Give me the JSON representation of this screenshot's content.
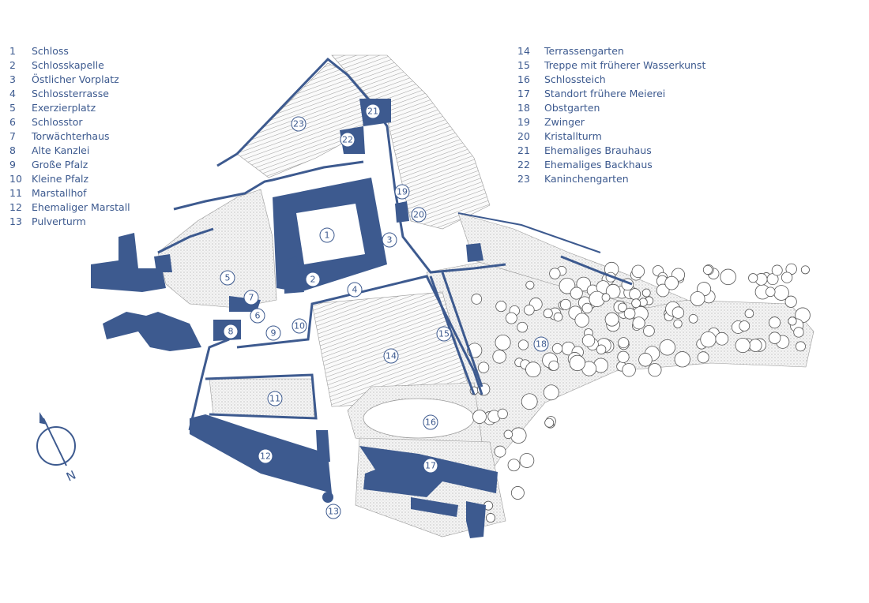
{
  "legend_left": [
    {
      "num": "1",
      "label": "Schloss"
    },
    {
      "num": "2",
      "label": "Schlosskapelle"
    },
    {
      "num": "3",
      "label": "Östlicher Vorplatz"
    },
    {
      "num": "4",
      "label": "Schlossterrasse"
    },
    {
      "num": "5",
      "label": "Exerzierplatz"
    },
    {
      "num": "6",
      "label": "Schlosstor"
    },
    {
      "num": "7",
      "label": "Torwächterhaus"
    },
    {
      "num": "8",
      "label": "Alte Kanzlei"
    },
    {
      "num": "9",
      "label": "Große Pfalz"
    },
    {
      "num": "10",
      "label": "Kleine Pfalz"
    },
    {
      "num": "11",
      "label": "Marstallhof"
    },
    {
      "num": "12",
      "label": "Ehemaliger Marstall"
    },
    {
      "num": "13",
      "label": "Pulverturm"
    }
  ],
  "legend_right": [
    {
      "num": "14",
      "label": "Terrassengarten"
    },
    {
      "num": "15",
      "label": "Treppe mit früherer Wasserkunst"
    },
    {
      "num": "16",
      "label": "Schlossteich"
    },
    {
      "num": "17",
      "label": "Standort frühere Meierei"
    },
    {
      "num": "18",
      "label": "Obstgarten"
    },
    {
      "num": "19",
      "label": "Zwinger"
    },
    {
      "num": "20",
      "label": "Kristallturm"
    },
    {
      "num": "21",
      "label": "Ehemaliges Brauhaus"
    },
    {
      "num": "22",
      "label": "Ehemaliges Backhaus"
    },
    {
      "num": "23",
      "label": "Kaninchengarten"
    }
  ],
  "markers": [
    "1",
    "2",
    "3",
    "4",
    "5",
    "6",
    "7",
    "8",
    "9",
    "10",
    "11",
    "12",
    "13",
    "14",
    "15",
    "16",
    "17",
    "18",
    "19",
    "20",
    "21",
    "22",
    "23"
  ],
  "compass": {
    "label": "N",
    "icon": "north-arrow-icon"
  },
  "colors": {
    "building": "#3d5a8f",
    "text": "#3d5a8f"
  }
}
